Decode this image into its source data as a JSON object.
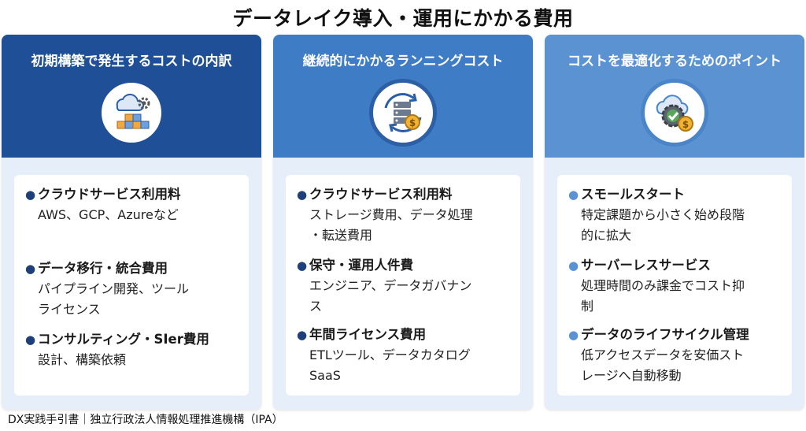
{
  "title": "データレイク導入・運用にかかる費用",
  "footer": "DX実践手引書｜独立行政法人情報処理推進機構（IPA）",
  "colors": {
    "card1_head": "#1f4f96",
    "card2_head": "#3f7cc6",
    "card3_head": "#5b92d1",
    "card_body": "#e5eef9",
    "bullet": "#1e3f7a"
  },
  "cards": [
    {
      "header": "初期構築で発生するコストの内訳",
      "icon": "cloud-cubes-gear-icon",
      "items": [
        {
          "title": "クラウドサービス利用料",
          "desc": [
            "AWS、GCP、Azureなど"
          ]
        },
        {
          "title": "データ移行・統合費用",
          "desc": [
            "パイプライン開発、ツール",
            "ライセンス"
          ]
        },
        {
          "title": "コンサルティング・SIer費用",
          "desc": [
            "設計、構築依頼"
          ]
        }
      ]
    },
    {
      "header": "継続的にかかるランニングコスト",
      "icon": "server-cycle-coin-icon",
      "items": [
        {
          "title": "クラウドサービス利用料",
          "desc": [
            "ストレージ費用、データ処理",
            "・転送費用"
          ]
        },
        {
          "title": "保守・運用人件費",
          "desc": [
            "エンジニア、データガバナン",
            "ス"
          ]
        },
        {
          "title": "年間ライセンス費用",
          "desc": [
            "ETLツール、データカタログ",
            "SaaS"
          ]
        }
      ]
    },
    {
      "header": "コストを最適化するためのポイント",
      "icon": "cloud-gear-check-coin-icon",
      "items": [
        {
          "title": "スモールスタート",
          "desc": [
            "特定課題から小さく始め段階",
            "的に拡大"
          ]
        },
        {
          "title": "サーバーレスサービス",
          "desc": [
            "処理時間のみ課金でコスト抑",
            "制"
          ]
        },
        {
          "title": "データのライフサイクル管理",
          "desc": [
            "低アクセスデータを安価スト",
            "レージへ自動移動"
          ]
        }
      ]
    }
  ]
}
